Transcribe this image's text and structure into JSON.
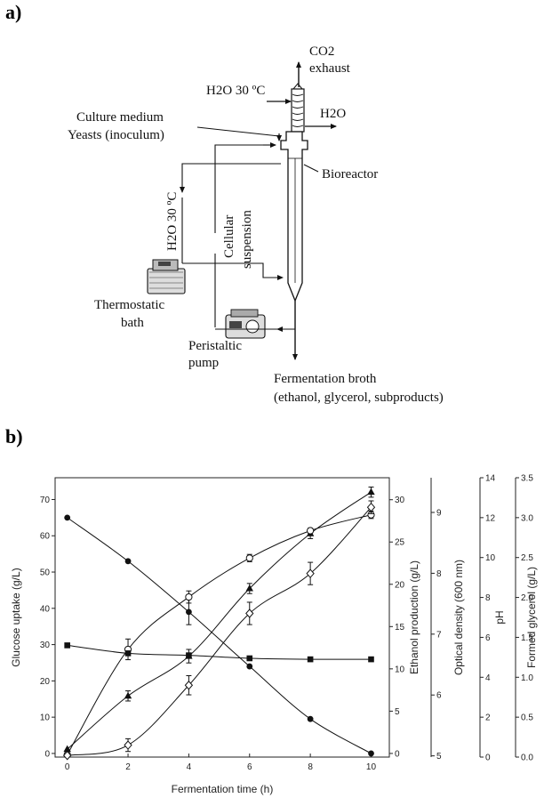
{
  "panel_a": {
    "label": "a)",
    "labels": {
      "co2": "CO2",
      "exhaust": "exhaust",
      "h2o_top": "H2O 30 ºC",
      "h2o_out": "H2O",
      "culture_medium": "Culture medium",
      "yeasts": "Yeasts (inoculum)",
      "bioreactor": "Bioreactor",
      "h2o_side": "H2O 30 ºC",
      "cellular": "Cellular",
      "suspension": "suspension",
      "thermostatic": "Thermostatic",
      "bath": "bath",
      "peristaltic": "Peristaltic",
      "pump": "pump",
      "broth": "Fermentation broth",
      "broth_products": "(ethanol, glycerol, subproducts)"
    },
    "icons": [
      "thermostatic-bath-icon",
      "peristaltic-pump-icon",
      "condenser-icon",
      "bioreactor-vessel-icon"
    ]
  },
  "panel_b": {
    "label": "b)",
    "chart_data": {
      "type": "line",
      "xlabel": "Fermentation time (h)",
      "x": [
        0,
        2,
        4,
        6,
        8,
        10
      ],
      "xlim": [
        -0.4,
        10.6
      ],
      "xticks": [
        "0",
        "2",
        "4",
        "6",
        "8",
        "10"
      ],
      "axes": [
        {
          "label": "Glucose uptake (g/L)",
          "lim": [
            -1,
            76
          ],
          "ticks": [
            "0",
            "10",
            "20",
            "30",
            "40",
            "50",
            "60",
            "70"
          ]
        },
        {
          "label": "Ethanol production (g/L)",
          "lim": [
            -0.43,
            32.6
          ],
          "ticks": [
            "0",
            "5",
            "10",
            "15",
            "20",
            "25",
            "30"
          ]
        },
        {
          "label": "Optical density (600 nm)",
          "lim": [
            4.98,
            9.57
          ],
          "ticks": [
            "5",
            "6",
            "7",
            "8",
            "9"
          ]
        },
        {
          "label": "pH",
          "lim": [
            0,
            14
          ],
          "ticks": [
            "0",
            "2",
            "4",
            "6",
            "8",
            "10",
            "12",
            "14"
          ]
        },
        {
          "label": "Formed glycerol (g/L)",
          "lim": [
            0,
            3.5
          ],
          "ticks": [
            "0.0",
            "0.5",
            "1.0",
            "1.5",
            "2.0",
            "2.5",
            "3.0",
            "3.5"
          ]
        }
      ],
      "series": [
        {
          "marker": "filled-circle",
          "axis": 0,
          "values": [
            65,
            53,
            39,
            24,
            9.5,
            0
          ],
          "err": [
            0,
            0,
            3.5,
            0,
            0,
            0
          ]
        },
        {
          "marker": "filled-triangle",
          "axis": 1,
          "values": [
            0.5,
            6.8,
            11.5,
            19.5,
            26,
            30.9
          ],
          "err": [
            0,
            0.6,
            0.8,
            0.6,
            0.6,
            0.6
          ]
        },
        {
          "marker": "open-circle",
          "axis": 2,
          "values": [
            5.02,
            6.75,
            7.61,
            8.25,
            8.7,
            8.96
          ],
          "err": [
            0,
            0.17,
            0.1,
            0.06,
            0.04,
            0.06
          ]
        },
        {
          "marker": "filled-square",
          "axis": 3,
          "values": [
            5.6,
            5.2,
            5.1,
            4.95,
            4.9,
            4.9
          ],
          "err": [
            0,
            0,
            0,
            0,
            0,
            0
          ]
        },
        {
          "marker": "open-diamond",
          "axis": 4,
          "values": [
            0.02,
            0.15,
            0.9,
            1.8,
            2.3,
            3.13
          ],
          "err": [
            0,
            0.08,
            0.12,
            0.14,
            0.14,
            0.08
          ]
        }
      ]
    }
  }
}
